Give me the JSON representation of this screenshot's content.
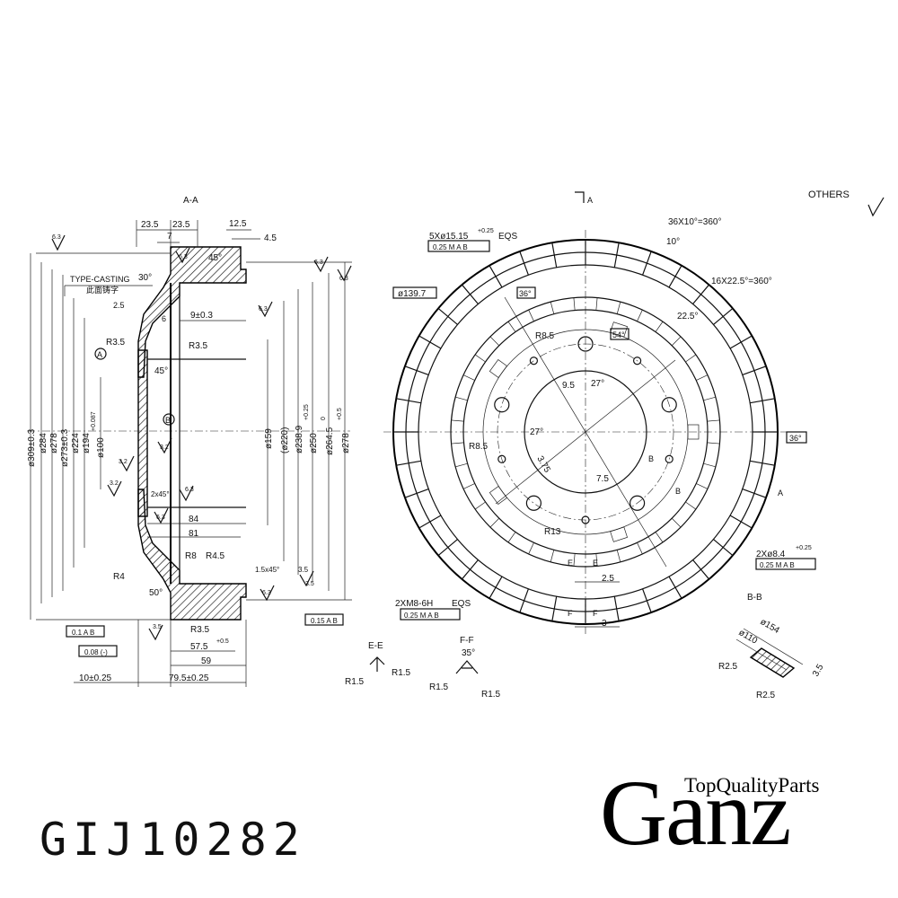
{
  "others_label": "OTHERS",
  "section_views": {
    "aa": "A-A",
    "bb": "B-B",
    "ee": "E-E",
    "ff": "F-F",
    "a_mark": "A"
  },
  "side_view": {
    "type_casting": "TYPE-CASTING",
    "type_casting_cn": "此面铸字",
    "roughness": [
      "6.3",
      "6.3",
      "6.3",
      "6.3",
      "6.3",
      "6.3",
      "6.3",
      "6.3",
      "3.2",
      "3.2",
      "3.2",
      "3.5",
      "3.5"
    ],
    "top_dims": [
      "23.5",
      "23.5",
      "7",
      "12.5",
      "4.5"
    ],
    "angles": [
      "45°",
      "30°",
      "45°",
      "50°"
    ],
    "radii": [
      "R3.5",
      "R3.5",
      "R4",
      "R8",
      "R4.5",
      "R3.5"
    ],
    "left_diameters": [
      "ø309±0.3",
      "ø284",
      "ø278",
      "ø273±0.3",
      "ø224",
      "ø194"
    ],
    "hub_diameter": "ø100",
    "hub_tolerance": "+0.087",
    "right_diameters": [
      "ø159",
      "(ø220)",
      "ø238.9",
      "ø250",
      "ø264.5",
      "ø278"
    ],
    "right_tolerances": [
      "+0.25",
      "0",
      "+0.5"
    ],
    "inner_dims": [
      "9±0.3",
      "2x45°",
      "6",
      "2.5",
      "1.5x45°",
      "3.5"
    ],
    "length_dims": [
      "84",
      "81",
      "57.5",
      "59",
      "79.5±0.25",
      "10±0.25"
    ],
    "length_tol": "+0.5",
    "datum_a": "A",
    "datum_b": "B",
    "tolerance_frames": [
      "0.1 A B",
      "0.08 (-)",
      "0.15 A B"
    ]
  },
  "front_view": {
    "holes_5x": "5Xø15.15",
    "holes_5x_tol": "+0.25",
    "holes_5x_eqs": "EQS",
    "holes_5x_frame": "0.25 M A B",
    "pcd": "ø139.7",
    "angle_36": "36°",
    "angle_54": "54°",
    "angle_27a": "27°",
    "angle_27b": "27°",
    "angle_22_5": "22.5°",
    "angle_10": "10°",
    "angle_36_right": "36°",
    "radii": [
      "R8.5",
      "R8.5",
      "R13"
    ],
    "spokes_36": "36X10°=360°",
    "spokes_16": "16X22.5°=360°",
    "inner_dims": [
      "9.5",
      "3.75",
      "7.5",
      "2.5",
      "3"
    ],
    "holes_2x": "2Xø8.4",
    "holes_2x_tol": "+0.25",
    "holes_2x_frame": "0.25 M A B",
    "threads": "2XM8-6H",
    "threads_eqs": "EQS",
    "threads_frame": "0.25 M A B",
    "marks": [
      "E",
      "E",
      "F",
      "F",
      "A",
      "B",
      "B"
    ]
  },
  "details": {
    "ee_radii": [
      "R1.5",
      "R1.5"
    ],
    "ff_angle": "35°",
    "ff_radii": [
      "R1.5",
      "R1.5"
    ],
    "bb_dims": [
      "ø154",
      "ø110",
      "R2.5",
      "R2.5",
      "3.5"
    ]
  },
  "part_number": "GIJ10282",
  "brand": {
    "tagline": "TopQualityParts",
    "name": "Ganz"
  }
}
